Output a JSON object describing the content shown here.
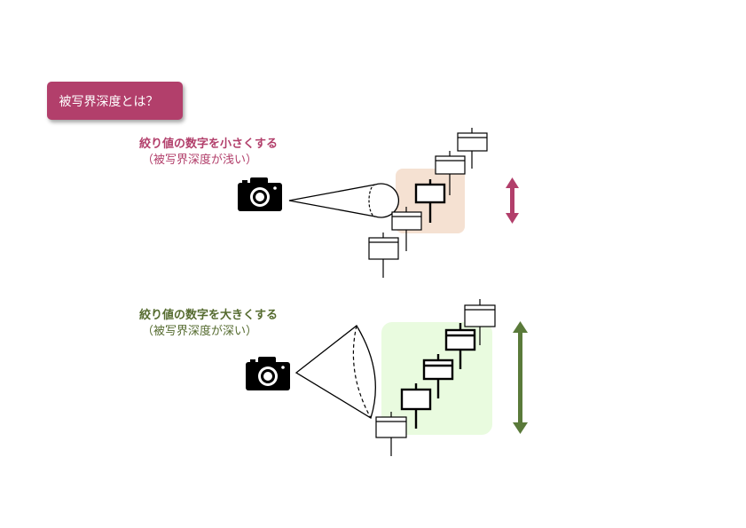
{
  "title": "被写界深度とは？",
  "shallow": {
    "heading": "絞り値の数字を小さくする",
    "note": "（被写界深度が浅い）",
    "color": "#b23f6b",
    "zone_color": "#f5e1d2",
    "arrow_color": "#b23f6b"
  },
  "deep": {
    "heading": "絞り値の数字を大きくする",
    "note": "（被写界深度が深い）",
    "color": "#556b2f",
    "zone_color": "#e9fbdf",
    "arrow_color": "#5a7a3a"
  },
  "icons": {
    "camera": "camera-icon",
    "sign": "signpost-icon"
  }
}
